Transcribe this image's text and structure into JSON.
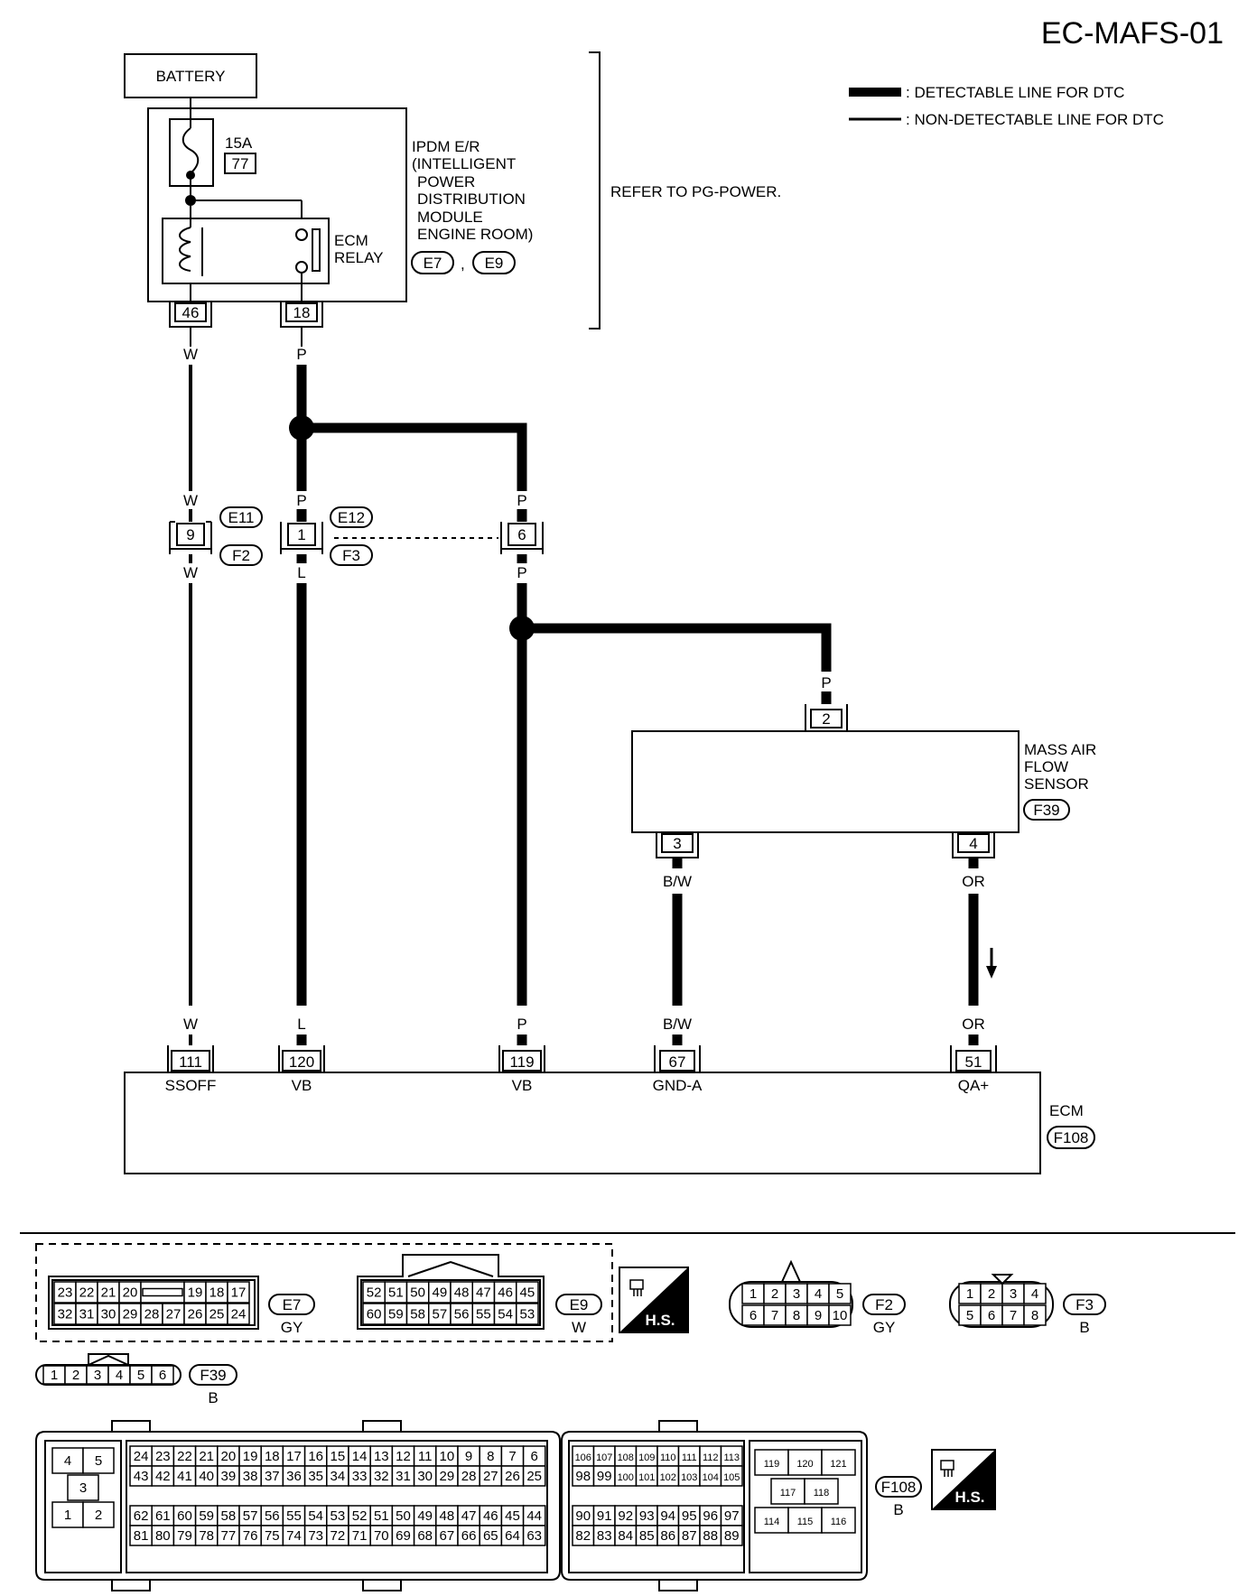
{
  "title": "EC-MAFS-01",
  "legend": {
    "detectable": ": DETECTABLE LINE FOR DTC",
    "non_detectable": ": NON-DETECTABLE LINE FOR DTC"
  },
  "battery": "BATTERY",
  "fuse": {
    "rating": "15A",
    "number": "77"
  },
  "ipdm": {
    "lines": [
      "IPDM E/R",
      "(INTELLIGENT",
      "POWER",
      "DISTRIBUTION",
      "MODULE",
      "ENGINE ROOM)"
    ],
    "connectors": [
      "E7",
      "E9"
    ],
    "separator": ","
  },
  "ecm_relay": [
    "ECM",
    "RELAY"
  ],
  "refer_note": "REFER TO PG-POWER.",
  "terminals": {
    "ipdm_46": "46",
    "ipdm_18": "18",
    "junc_9": "9",
    "junc_1": "1",
    "junc_6": "6",
    "maf_2": "2",
    "maf_3": "3",
    "maf_4": "4",
    "ecm_111": "111",
    "ecm_120": "120",
    "ecm_119": "119",
    "ecm_67": "67",
    "ecm_51": "51"
  },
  "wire_colors": {
    "w_top": "W",
    "p_top": "P",
    "w_mid1": "W",
    "p_mid1": "P",
    "p_mid2": "P",
    "w_mid2": "W",
    "l_mid": "L",
    "p_mid3": "P",
    "p_maf": "P",
    "bw_maf": "B/W",
    "or_maf": "OR",
    "w_ecm": "W",
    "l_ecm": "L",
    "p_ecm": "P",
    "bw_ecm": "B/W",
    "or_ecm": "OR"
  },
  "junction_connectors": {
    "e11": "E11",
    "f2": "F2",
    "e12": "E12",
    "f3": "F3"
  },
  "maf_sensor": {
    "lines": [
      "MASS AIR",
      "FLOW",
      "SENSOR"
    ],
    "connector": "F39"
  },
  "ecm": {
    "label": "ECM",
    "connector": "F108",
    "pins": [
      "SSOFF",
      "VB",
      "VB",
      "GND-A",
      "QA+"
    ]
  },
  "connector_views": {
    "e7": {
      "id": "E7",
      "color": "GY",
      "row1": [
        "23",
        "22",
        "21",
        "20",
        "",
        "19",
        "18",
        "17"
      ],
      "row2": [
        "32",
        "31",
        "30",
        "29",
        "28",
        "27",
        "26",
        "25",
        "24"
      ]
    },
    "e9": {
      "id": "E9",
      "color": "W",
      "row1": [
        "52",
        "51",
        "50",
        "49",
        "48",
        "47",
        "46",
        "45"
      ],
      "row2": [
        "60",
        "59",
        "58",
        "57",
        "56",
        "55",
        "54",
        "53"
      ]
    },
    "f2": {
      "id": "F2",
      "color": "GY",
      "row1": [
        "1",
        "2",
        "3",
        "4",
        "5"
      ],
      "row2": [
        "6",
        "7",
        "8",
        "9",
        "10"
      ]
    },
    "f3": {
      "id": "F3",
      "color": "B",
      "row1": [
        "1",
        "2",
        "3",
        "4"
      ],
      "row2": [
        "5",
        "6",
        "7",
        "8"
      ]
    },
    "f39": {
      "id": "F39",
      "color": "B",
      "row1": [
        "1",
        "2",
        "3",
        "4",
        "5",
        "6"
      ]
    },
    "f108": {
      "id": "F108",
      "color": "B",
      "left_block": [
        "4",
        "5",
        "3",
        "1",
        "2"
      ],
      "main_r1": [
        "24",
        "23",
        "22",
        "21",
        "20",
        "19",
        "18",
        "17",
        "16",
        "15",
        "14",
        "13",
        "12",
        "11",
        "10",
        "9",
        "8",
        "7",
        "6"
      ],
      "main_r2": [
        "43",
        "42",
        "41",
        "40",
        "39",
        "38",
        "37",
        "36",
        "35",
        "34",
        "33",
        "32",
        "31",
        "30",
        "29",
        "28",
        "27",
        "26",
        "25"
      ],
      "main_r3": [
        "62",
        "61",
        "60",
        "59",
        "58",
        "57",
        "56",
        "55",
        "54",
        "53",
        "52",
        "51",
        "50",
        "49",
        "48",
        "47",
        "46",
        "45",
        "44"
      ],
      "main_r4": [
        "81",
        "80",
        "79",
        "78",
        "77",
        "76",
        "75",
        "74",
        "73",
        "72",
        "71",
        "70",
        "69",
        "68",
        "67",
        "66",
        "65",
        "64",
        "63"
      ],
      "mid_r1": [
        "106",
        "107",
        "108",
        "109",
        "110",
        "111",
        "112",
        "113"
      ],
      "mid_r2": [
        "98",
        "99",
        "100",
        "101",
        "102",
        "103",
        "104",
        "105"
      ],
      "mid_r3": [
        "90",
        "91",
        "92",
        "93",
        "94",
        "95",
        "96",
        "97"
      ],
      "mid_r4": [
        "82",
        "83",
        "84",
        "85",
        "86",
        "87",
        "88",
        "89"
      ],
      "right_r1": [
        "119",
        "120",
        "121"
      ],
      "right_r2": [
        "117",
        "118"
      ],
      "right_r3": [
        "114",
        "115",
        "116"
      ]
    },
    "hs_label": "H.S."
  }
}
